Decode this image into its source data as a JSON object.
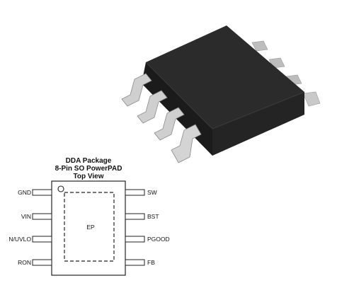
{
  "package": {
    "title_lines": [
      "DDA Package",
      "8-Pin SO PowerPAD",
      "Top View"
    ],
    "exposed_pad_label": "EP"
  },
  "pins_left": [
    "GND",
    "VIN",
    "N/UVLO",
    "RON"
  ],
  "pins_right": [
    "SW",
    "BST",
    "PGOOD",
    "FB"
  ],
  "colors": {
    "chip_body": "#2a2a2a",
    "chip_top": "#333333",
    "lead": "#c8c8c8",
    "outline": "#222222"
  }
}
